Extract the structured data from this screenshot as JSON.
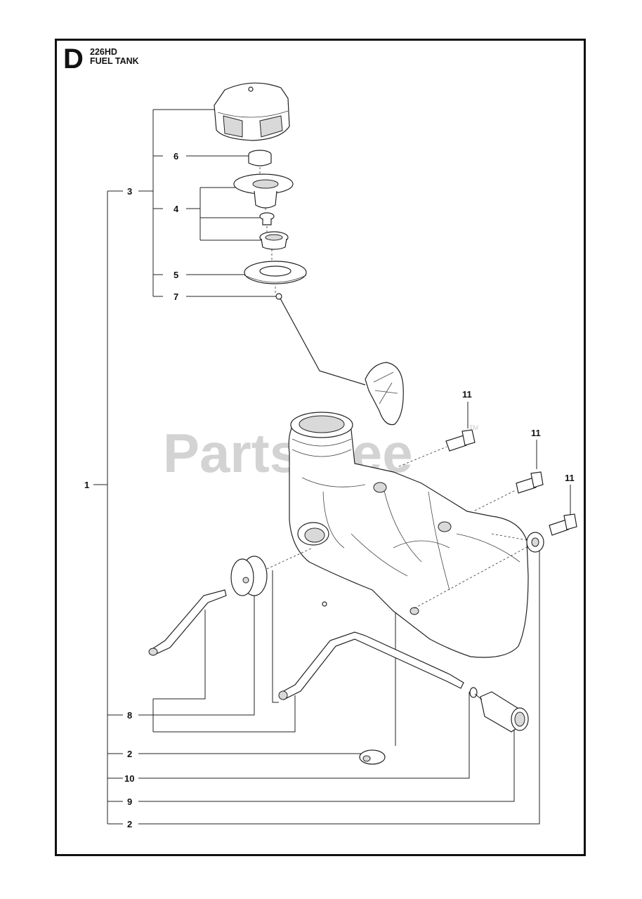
{
  "header": {
    "section_letter": "D",
    "model": "226HD",
    "title": "FUEL TANK"
  },
  "watermark": {
    "text": "PartsTree",
    "trademark": "TM"
  },
  "callouts": {
    "c1": "1",
    "c2_washer": "2",
    "c2_grommet": "2",
    "c3": "3",
    "c4": "4",
    "c5": "5",
    "c6": "6",
    "c7": "7",
    "c8": "8",
    "c9": "9",
    "c10": "10",
    "c11_a": "11",
    "c11_b": "11",
    "c11_c": "11"
  }
}
